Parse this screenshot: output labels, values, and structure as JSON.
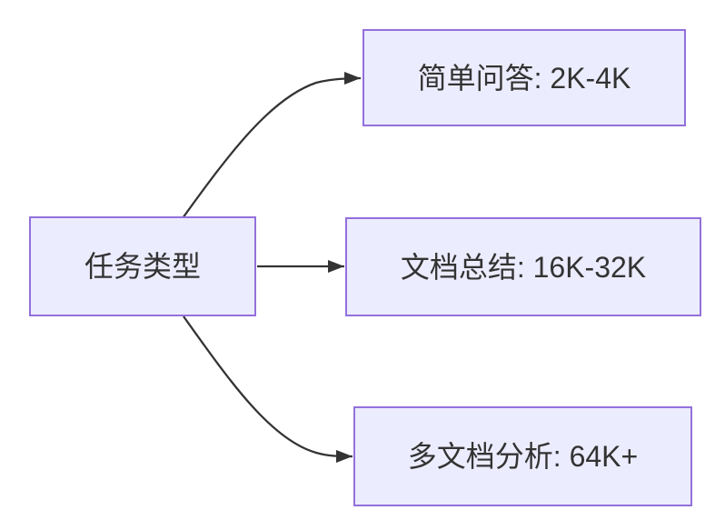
{
  "diagram": {
    "type": "flowchart-left-to-right",
    "colors": {
      "background": "#FFFFFF",
      "node_fill": "#ECECFF",
      "node_border": "#9370DB",
      "edge": "#333333",
      "text": "#333333"
    },
    "root": {
      "label": "任务类型"
    },
    "branches": [
      {
        "label": "简单问答: 2K-4K"
      },
      {
        "label": "文档总结: 16K-32K"
      },
      {
        "label": "多文档分析: 64K+"
      }
    ]
  }
}
